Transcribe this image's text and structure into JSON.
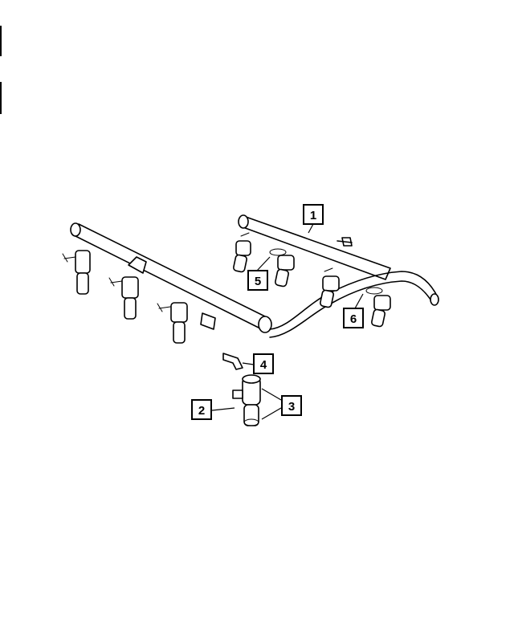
{
  "callouts": [
    {
      "id": "1",
      "label": "1"
    },
    {
      "id": "2",
      "label": "2"
    },
    {
      "id": "3",
      "label": "3"
    },
    {
      "id": "4",
      "label": "4"
    },
    {
      "id": "5",
      "label": "5"
    },
    {
      "id": "6",
      "label": "6"
    }
  ],
  "colors": {
    "ink": "#000000",
    "background": "#ffffff"
  }
}
